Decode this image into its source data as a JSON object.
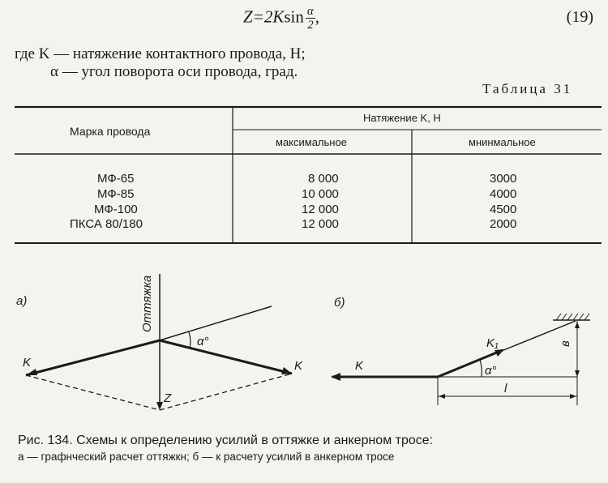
{
  "formula": {
    "lhs": "Z",
    "eq": "=2K",
    "func": "sin",
    "num": "α",
    "den": "2",
    "comma": ",",
    "number": "(19)"
  },
  "where": {
    "line1": "где K — натяжение контактного провода, Н;",
    "line2": "α — угол поворота оси провода, град."
  },
  "table_title": "Таблица 31",
  "table": {
    "header_col1": "Марка провода",
    "header_group": "Натяжение K, Н",
    "header_max": "максимальное",
    "header_min": "мнинмальное",
    "rows": [
      {
        "brand": "МФ-65",
        "max": "8 000",
        "min": "3000"
      },
      {
        "brand": "МФ-85",
        "max": "10 000",
        "min": "4000"
      },
      {
        "brand": "МФ-100",
        "max": "12 000",
        "min": "4500"
      },
      {
        "brand": "ПКСА 80/180",
        "max": "12 000",
        "min": "2000"
      }
    ]
  },
  "diagram_a": {
    "panel_label": "а)",
    "guy_label": "Оттяжка",
    "force_left": "K",
    "force_right": "K",
    "angle": "α°",
    "resultant": "Z"
  },
  "diagram_b": {
    "panel_label": "б)",
    "force_k": "K",
    "force_k1": "K₁",
    "angle": "α°",
    "dim_b": "в",
    "dim_l": "l"
  },
  "caption": {
    "line1": "Рис. 134. Схемы к определению усилий в оттяжке и анкерном тросе:",
    "line2": "а — графнческий расчет оттяжкн; б — к расчету усилий в анкерном тросе"
  }
}
